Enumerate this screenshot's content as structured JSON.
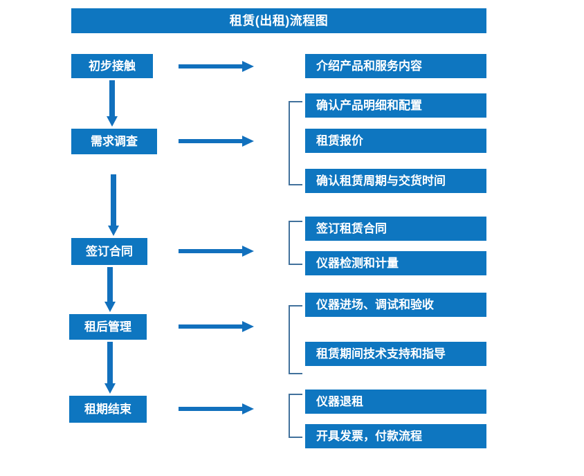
{
  "diagram": {
    "title": "租赁(出租)流程图",
    "colors": {
      "box_blue": "#0E76C0",
      "arrow_blue": "#1170BD",
      "bracket_blue": "#41719C",
      "text_white": "#FFFFFF",
      "background": "#FFFFFF"
    },
    "stages": [
      {
        "id": "stage-1",
        "label": "初步接触"
      },
      {
        "id": "stage-2",
        "label": "需求调查"
      },
      {
        "id": "stage-3",
        "label": "签订合同"
      },
      {
        "id": "stage-4",
        "label": "租后管理"
      },
      {
        "id": "stage-5",
        "label": "租期结束"
      }
    ],
    "groups": [
      {
        "id": "group-1",
        "stage": "初步接触",
        "bracketed": false,
        "items": [
          {
            "label": "介绍产品和服务内容"
          }
        ]
      },
      {
        "id": "group-2",
        "stage": "需求调查",
        "bracketed": true,
        "items": [
          {
            "label": "确认产品明细和配置"
          },
          {
            "label": "租赁报价"
          },
          {
            "label": "确认租赁周期与交货时间"
          }
        ]
      },
      {
        "id": "group-3",
        "stage": "签订合同",
        "bracketed": true,
        "items": [
          {
            "label": "签订租赁合同"
          },
          {
            "label": "仪器检测和计量"
          }
        ]
      },
      {
        "id": "group-4",
        "stage": "租后管理",
        "bracketed": true,
        "items": [
          {
            "label": "仪器进场、调试和验收"
          },
          {
            "label": "租赁期间技术支持和指导"
          }
        ]
      },
      {
        "id": "group-5",
        "stage": "租期结束",
        "bracketed": true,
        "items": [
          {
            "label": "仪器退租"
          },
          {
            "label": "开具发票，付款流程"
          }
        ]
      }
    ],
    "connectors": {
      "down_arrow_count": 4,
      "right_arrow_count": 5
    }
  }
}
